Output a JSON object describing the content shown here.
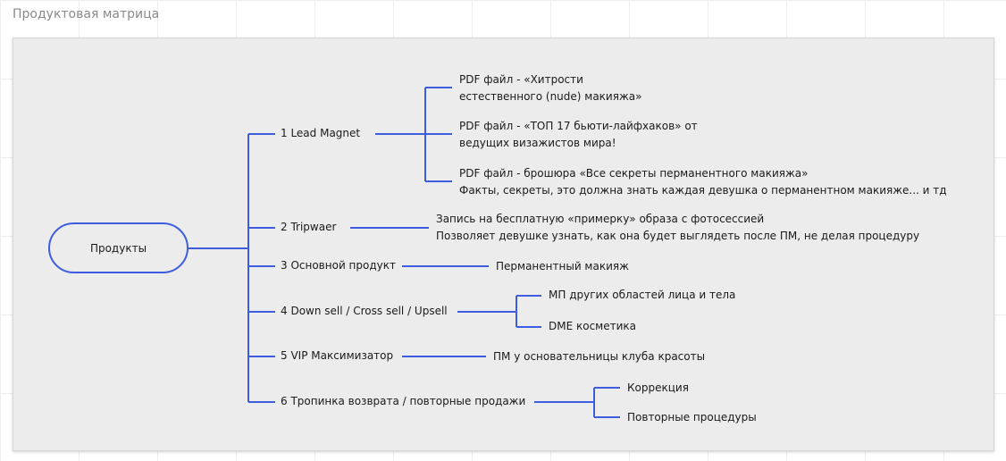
{
  "frame_title": "Продуктовая матрица",
  "root": "Продукты",
  "branches": [
    {
      "label": "1 Lead Magnet",
      "children": [
        [
          "PDF файл - «Хитрости",
          "естественного (nude) макияжа»"
        ],
        [
          "PDF файл - «ТОП 17 бьюти-лайфхаков» от",
          "ведущих визажистов мира!"
        ],
        [
          "PDF файл - брошюра «Все секреты перманентного макияжа»",
          "Факты, секреты, это должна знать каждая девушка о перманентном макияже... и тд"
        ]
      ]
    },
    {
      "label": "2 Tripwaer",
      "children": [
        [
          "Запись на бесплатную «примерку» образа с фотосессией",
          "Позволяет девушке узнать, как она будет выглядеть после ПМ, не делая процедуру"
        ]
      ]
    },
    {
      "label": "3 Основной продукт",
      "children": [
        [
          "Перманентный макияж"
        ]
      ]
    },
    {
      "label": "4 Down sell / Cross sell / Upsell",
      "children": [
        [
          "МП других областей лица и тела"
        ],
        [
          "DME косметика"
        ]
      ]
    },
    {
      "label": "5 VIP Максимизатор",
      "children": [
        [
          "ПМ у основательницы клуба красоты"
        ]
      ]
    },
    {
      "label": "6 Тропинка возврата / повторные продажи",
      "children": [
        [
          "Коррекция"
        ],
        [
          "Повторные процедуры"
        ]
      ]
    }
  ],
  "colors": {
    "connector": "#3d5ce0",
    "text": "#1a1a1a",
    "frame_bg": "#ececec"
  }
}
